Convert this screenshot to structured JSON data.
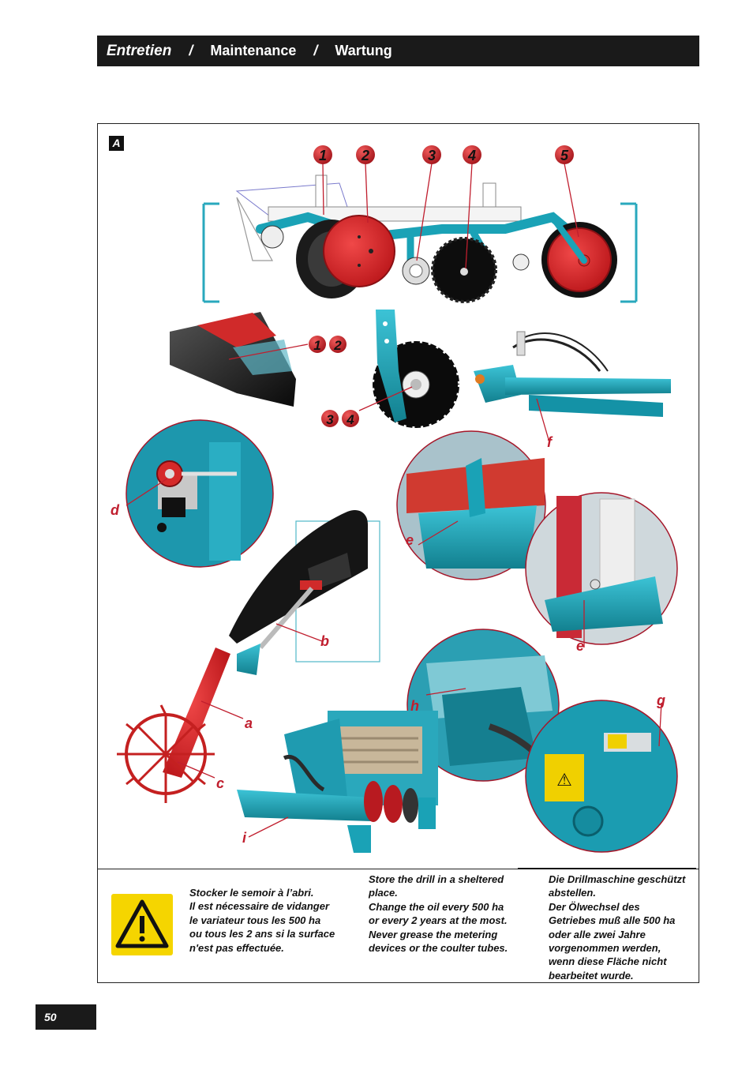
{
  "header": {
    "title_fr": "Entretien",
    "separator": "/",
    "title_en": "Maintenance",
    "title_de": "Wartung"
  },
  "panel": {
    "label": "A"
  },
  "numbers": {
    "n1": "1",
    "n2": "2",
    "n3": "3",
    "n4": "4",
    "n5": "5"
  },
  "callouts": {
    "a": "a",
    "b": "b",
    "c": "c",
    "d": "d",
    "e": "e",
    "f": "f",
    "g": "g",
    "h": "h",
    "i": "i"
  },
  "text": {
    "fr": "Stocker le semoir à l’abri.\nIl est nécessaire de vidanger le variateur tous les 500 ha ou tous les 2 ans si la surface n'est pas effectuée.",
    "en": "Store the drill in a sheltered place.\nChange the oil every 500 ha or every 2 years at the most.\nNever grease the metering devices or the coulter tubes.",
    "de": "Die Drillmaschine geschützt abstellen.\nDer Ölwechsel des Getriebes muß alle 500 ha oder alle zwei Jahre vorgenommen werden, wenn diese Fläche nicht bearbeitet wurde."
  },
  "page_number": "50",
  "colors": {
    "teal": "#1a9bb0",
    "red": "#d8262a",
    "crimson": "#b01c2e",
    "dark": "#1a1a1a",
    "warning_yellow": "#f5d500"
  }
}
